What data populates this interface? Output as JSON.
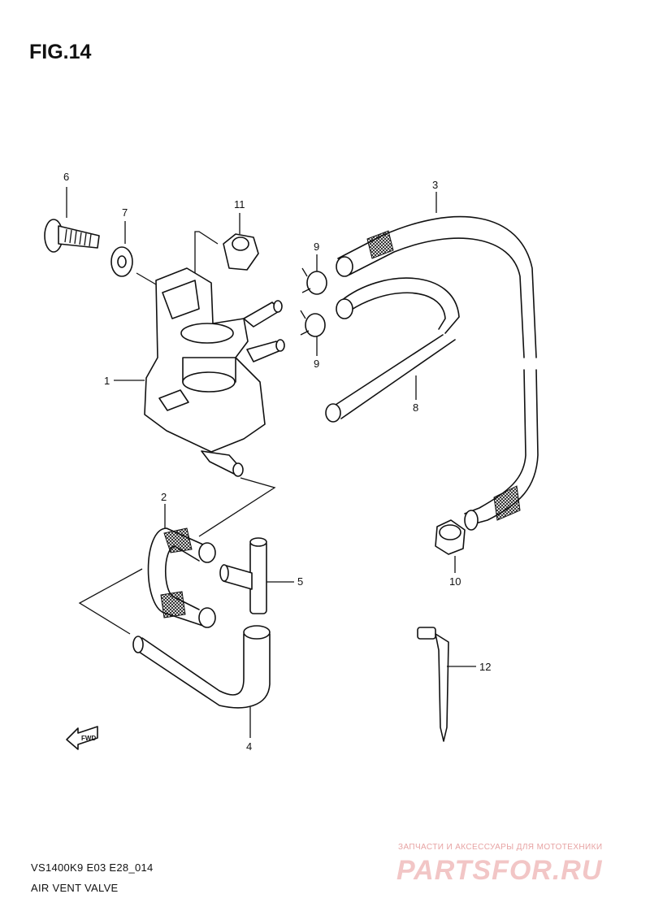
{
  "figure": {
    "title": "FIG.14"
  },
  "footer": {
    "model_code": "VS1400K9 E03 E28_014",
    "section_name": "AIR VENT VALVE"
  },
  "watermark": {
    "tagline": "ЗАПЧАСТИ И АКСЕССУАРЫ ДЛЯ МОТОТЕХНИКИ",
    "logo_text": "PARTSFOR.RU"
  },
  "callouts": [
    "1",
    "2",
    "3",
    "4",
    "5",
    "6",
    "7",
    "8",
    "9",
    "9",
    "10",
    "11",
    "12"
  ],
  "fwd_label": "FWD",
  "colors": {
    "line": "#111111",
    "watermark": "#e7a3a3"
  }
}
